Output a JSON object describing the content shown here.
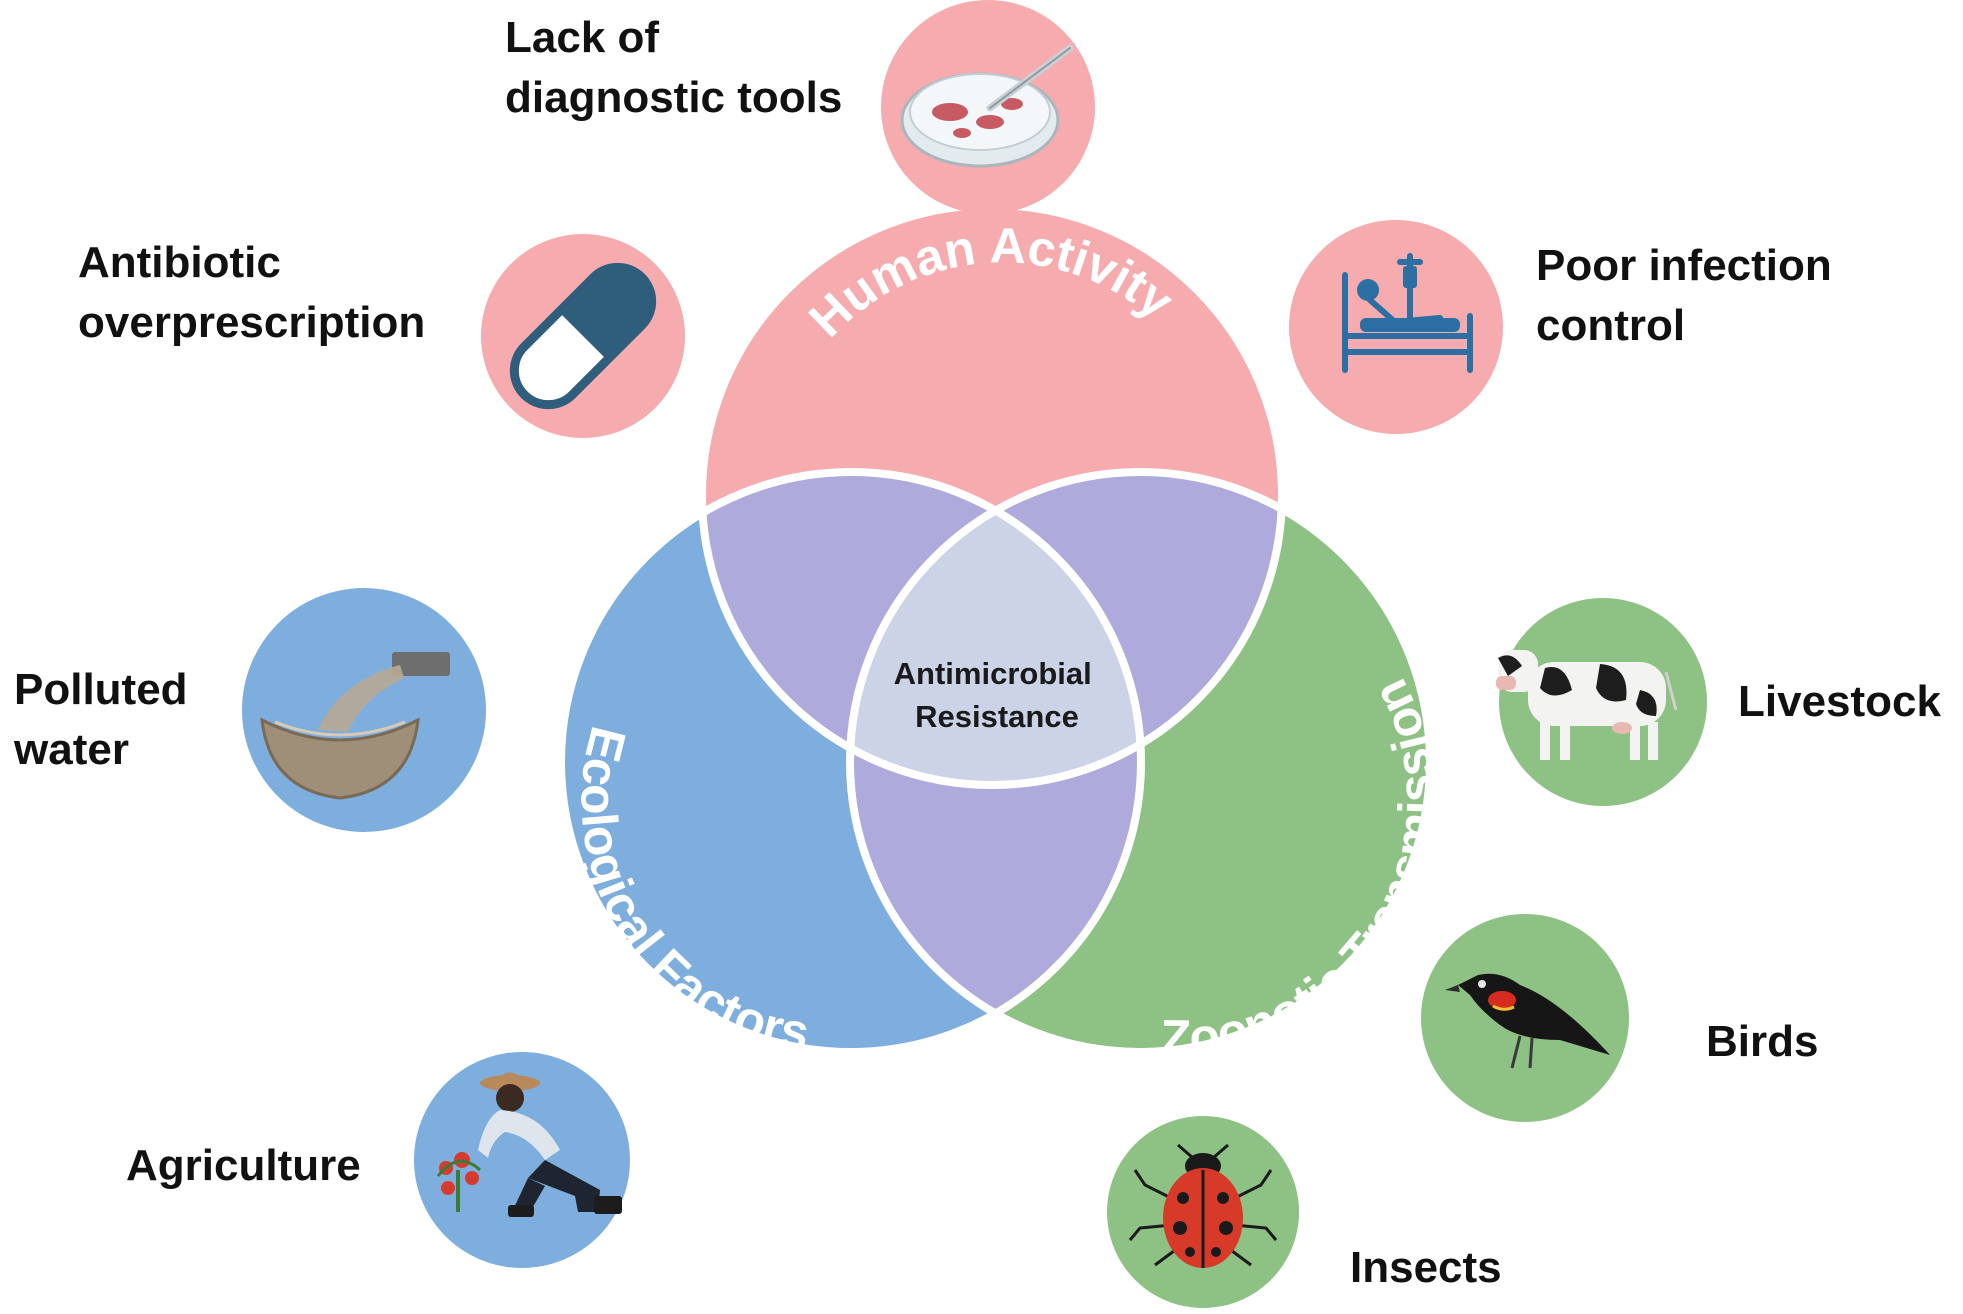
{
  "venn": {
    "center_lines": [
      "Antimicrobial",
      "Resistance"
    ],
    "sets": {
      "human": "Human Activity",
      "ecological": "Ecological Factors",
      "zoonotic": "Zoonotic Transmission"
    }
  },
  "factors": {
    "lack_diagnostic": [
      "Lack of",
      "diagnostic tools"
    ],
    "overprescription": [
      "Antibiotic",
      "overprescription"
    ],
    "infection_control": [
      "Poor infection",
      "control"
    ],
    "polluted_water": [
      "Polluted",
      "water"
    ],
    "agriculture": [
      "Agriculture"
    ],
    "livestock": [
      "Livestock"
    ],
    "birds": [
      "Birds"
    ],
    "insects": [
      "Insects"
    ]
  },
  "colors": {
    "human": "#f6acae",
    "ecological": "#7daedd",
    "zoonotic": "#8ec184",
    "overlap": "#aeaadc",
    "center": "#ccd3e7",
    "outline": "#ffffff"
  },
  "icons": {
    "lack_diagnostic": "petri-dish-icon",
    "overprescription": "pill-capsule-icon",
    "infection_control": "hospital-bed-icon",
    "polluted_water": "polluted-water-icon",
    "agriculture": "farmer-icon",
    "livestock": "cow-icon",
    "birds": "blackbird-icon",
    "insects": "ladybug-icon"
  }
}
